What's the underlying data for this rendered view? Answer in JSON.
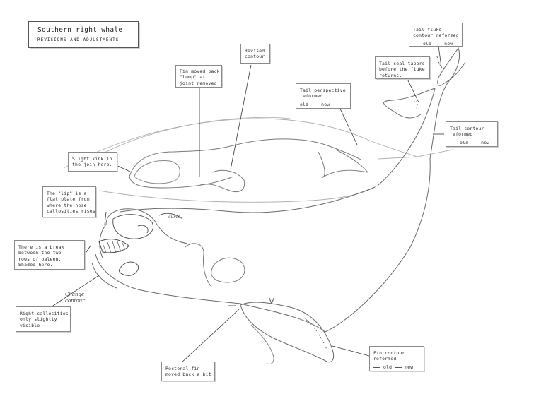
{
  "title": "Southern right whale",
  "subtitle": "REVISIONS AND ADJUSTMENTS",
  "notes": {
    "revised_contour": [
      "Revised",
      "contour"
    ],
    "fin_moved": [
      "Fin moved back",
      "\"lump\" at",
      "joint removed"
    ],
    "tail_fluke": {
      "lines": [
        "Tail fluke",
        "contour reformed"
      ],
      "old": "old",
      "new": "new"
    },
    "tail_seal": [
      "Tail seal tapers",
      "before the fluke",
      "returns."
    ],
    "tail_perspective": {
      "lines": [
        "Tail perspective",
        "reformed"
      ],
      "old": "old",
      "new": "new"
    },
    "tail_contour": {
      "lines": [
        "Tail contour",
        "reformed"
      ],
      "old": "old",
      "new": "new"
    },
    "slight_kink": [
      "Slight kink in",
      "the join here."
    ],
    "lip": [
      "The \"lip\" is a",
      "flat plate from",
      "where the nose",
      "callosities rises"
    ],
    "break": [
      "There is a break",
      "between the two",
      "rows of baleen.",
      "Shaded here."
    ],
    "callosities": [
      "Right callosities",
      "only slightly",
      "visible"
    ],
    "pectoral": [
      "Pectoral fin",
      "moved back a bit"
    ],
    "fin_contour": {
      "lines": [
        "Fin contour",
        "reformed"
      ],
      "old": "old",
      "new": "new"
    }
  },
  "handwritten": {
    "change_contour": [
      "Change",
      "contour"
    ],
    "curve": "curve"
  },
  "colors": {
    "line": "#6a6a6a",
    "faint": "#a8a8a8",
    "leader": "#333333"
  }
}
